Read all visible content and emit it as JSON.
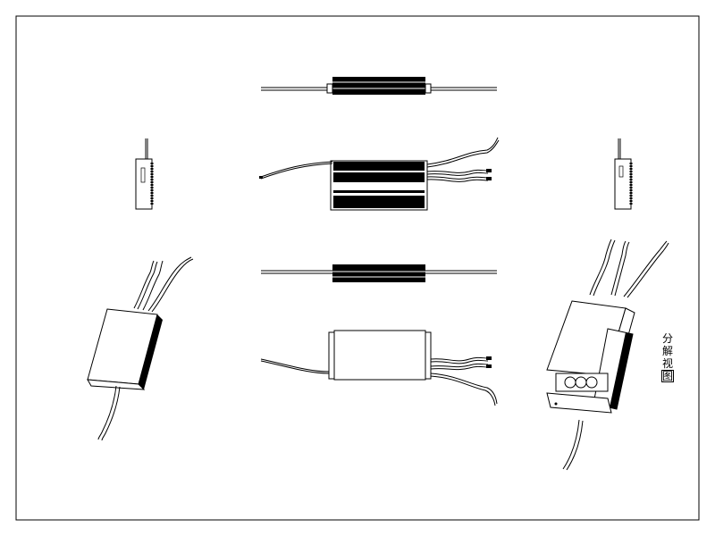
{
  "drawing": {
    "exploded_view_label": [
      "分",
      "解",
      "视",
      "图"
    ]
  }
}
